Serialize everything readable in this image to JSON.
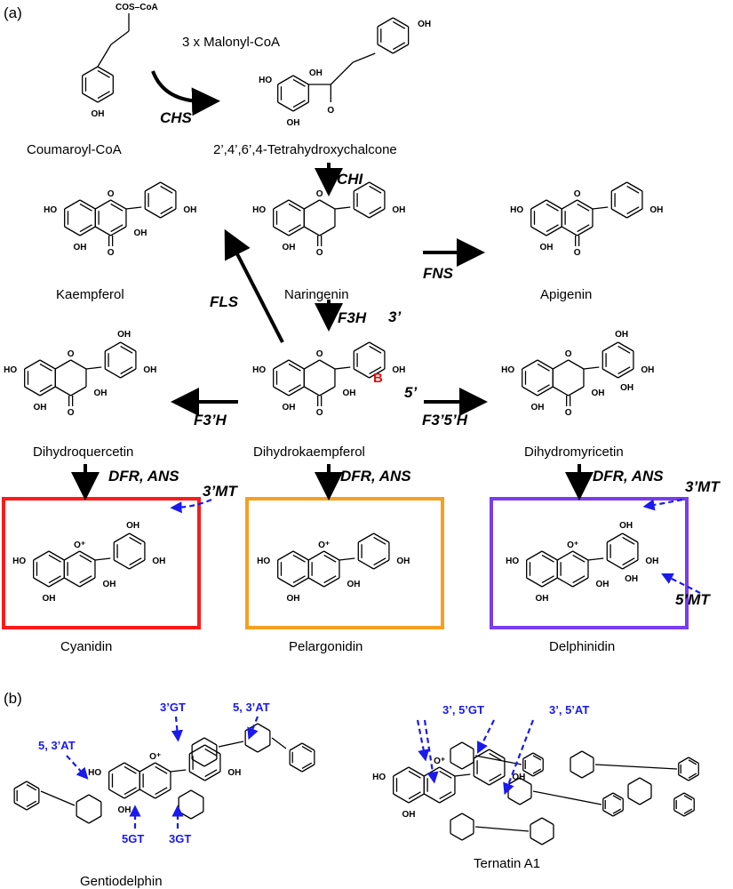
{
  "panels": {
    "a": "(a)",
    "b": "(b)"
  },
  "compounds": {
    "coumaroyl": "Coumaroyl-CoA",
    "coa": "COS–CoA",
    "malonyl": "3 x Malonyl-CoA",
    "chalcone": "2’,4’,6’,4-Tetrahydroxychalcone",
    "kaempferol": "Kaempferol",
    "naringenin": "Naringenin",
    "apigenin": "Apigenin",
    "dihydroquercetin": "Dihydroquercetin",
    "dihydrokaempferol": "Dihydrokaempferol",
    "dihydromyricetin": "Dihydromyricetin",
    "cyanidin": "Cyanidin",
    "pelargonidin": "Pelargonidin",
    "delphinidin": "Delphinidin",
    "gentiodelphin": "Gentiodelphin",
    "ternatin": "Ternatin A1"
  },
  "enzymes": {
    "chs": "CHS",
    "chi": "CHI",
    "fls": "FLS",
    "fns": "FNS",
    "f3h": "F3H",
    "f3ph": "F3’H",
    "f35h": "F3’5’H",
    "dfr_ans": "DFR, ANS",
    "mt3": "3’MT",
    "mt5": "5’MT"
  },
  "ring": {
    "b": "B",
    "pos3": "3’",
    "pos5": "5’"
  },
  "atoms": {
    "oh": "OH",
    "ho": "HO",
    "o": "O",
    "oplus": "O⁺"
  },
  "gentio_labels": {
    "at53_top": "5, 3’AT",
    "gt3p": "3’GT",
    "at53_left": "5, 3’AT",
    "gt5": "5GT",
    "gt3": "3GT"
  },
  "ternatin_labels": {
    "gt35": "3’, 5’GT",
    "at35": "3’, 5’AT"
  },
  "colors": {
    "cyanidin_box": "#ff1a1a",
    "pelargonidin_box": "#f5a020",
    "delphinidin_box": "#7a3cf0",
    "annotation": "#1a1aee",
    "ring_b": "#e01010"
  }
}
